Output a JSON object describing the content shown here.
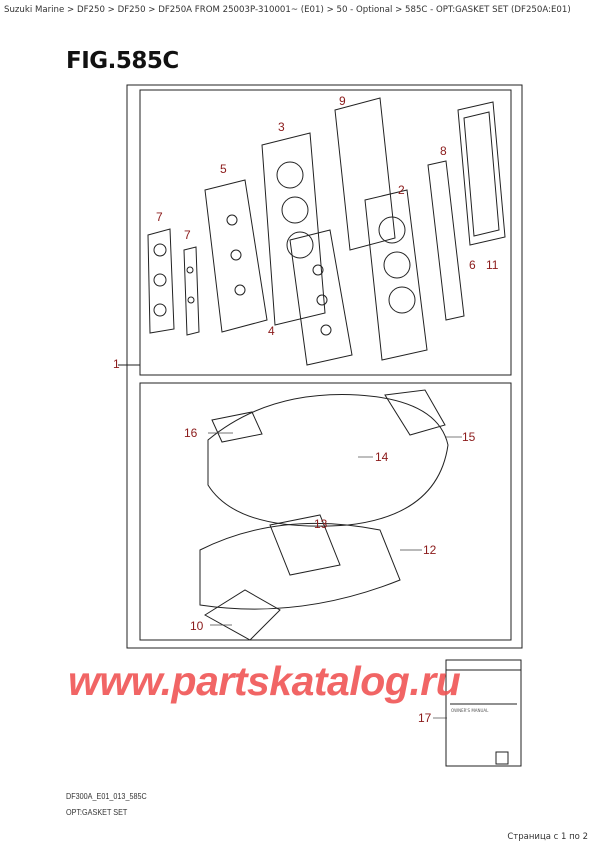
{
  "breadcrumb": "Suzuki Marine > DF250 > DF250 > DF250A FROM 25003P-310001~ (E01) > 50 - Optional > 585C - OPT:GASKET SET (DF250A:E01)",
  "figure_title": "FIG.585C",
  "callouts": [
    "1",
    "2",
    "3",
    "4",
    "5",
    "6",
    "7",
    "7",
    "8",
    "9",
    "10",
    "11",
    "12",
    "13",
    "14",
    "15",
    "16",
    "17"
  ],
  "watermark": "www.partskatalog.ru",
  "manual_title": "OWNER'S MANUAL",
  "diagram_code": "DF300A_E01_013_585C",
  "diagram_subtitle": "OPT:GASKET SET",
  "pager": "Страница с 1 по 2",
  "colors": {
    "callout": "#8b1a1a",
    "watermark": "#f05555"
  }
}
